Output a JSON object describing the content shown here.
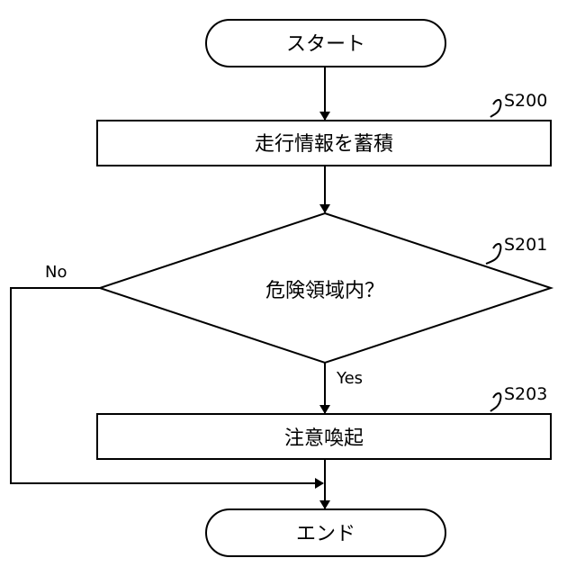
{
  "flowchart": {
    "start": {
      "label": "スタート"
    },
    "step_s200": {
      "label": "走行情報を蓄積",
      "ref": "S200"
    },
    "decision_s201": {
      "label": "危険領域内？",
      "ref": "S201",
      "yes_label": "Yes",
      "no_label": "No"
    },
    "step_s203": {
      "label": "注意喚起",
      "ref": "S203"
    },
    "end": {
      "label": "エンド"
    }
  }
}
